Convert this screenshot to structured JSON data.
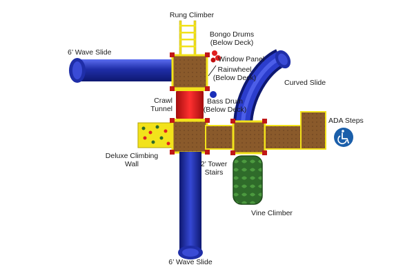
{
  "labels": {
    "rung_climber": "Rung Climber",
    "bongo_drums": "Bongo Drums",
    "bongo_drums_note": "(Below Deck)",
    "window_panel": "Window Panel",
    "rainwheel": "Rainwheel",
    "rainwheel_note": "(Below Deck)",
    "wave_slide_top": "6’ Wave Slide",
    "curved_slide": "Curved Slide",
    "crawl_tunnel_1": "Crawl",
    "crawl_tunnel_2": "Tunnel",
    "bass_drum": "Bass Drum",
    "bass_drum_note": "(Below Deck)",
    "ada_steps": "ADA Steps",
    "climbing_wall_1": "Deluxe Climbing",
    "climbing_wall_2": "Wall",
    "tower_stairs_1": "2’ Tower",
    "tower_stairs_2": "Stairs",
    "vine_climber": "Vine Climber",
    "wave_slide_bottom": "6’ Wave Slide"
  },
  "icons": {
    "ada": "wheelchair-accessibility-icon"
  },
  "colors": {
    "slide_blue": "#1f2ea8",
    "deck_brown": "#8a5a2b",
    "frame_yellow": "#f2e21b",
    "tunnel_red": "#e01b1b",
    "vine_green": "#2f6b2a",
    "drum_red": "#e02020",
    "bass_drum_blue": "#1a2fb8",
    "ada_blue": "#1b5faa"
  }
}
